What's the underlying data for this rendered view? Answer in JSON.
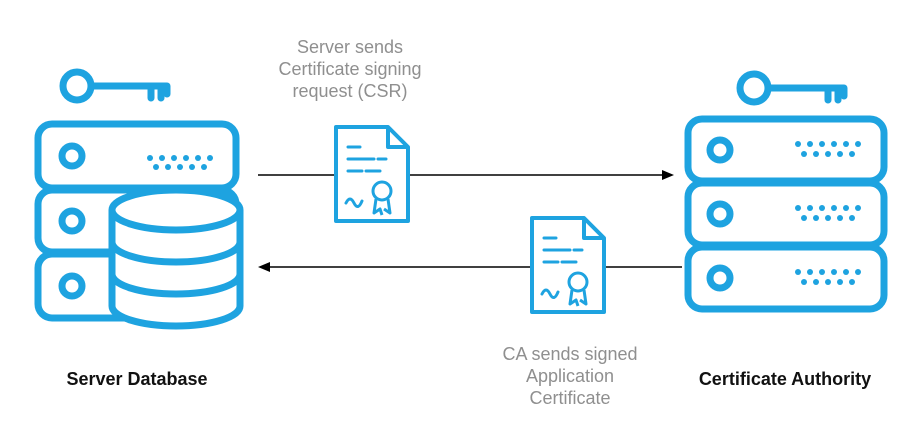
{
  "colors": {
    "icon": "#1ea3e0",
    "arrow": "#000000",
    "note_text": "#8f8f8f",
    "title_text": "#111111"
  },
  "left_node": {
    "title": "Server Database",
    "icons": [
      "key-icon",
      "server-icon",
      "database-icon"
    ]
  },
  "right_node": {
    "title": "Certificate Authority",
    "icons": [
      "key-icon",
      "server-icon"
    ]
  },
  "csr_flow": {
    "direction": "server-to-ca",
    "lines": [
      "Server sends",
      "Certificate signing",
      "request (CSR)"
    ],
    "icon": "certificate-icon"
  },
  "signed_flow": {
    "direction": "ca-to-server",
    "lines": [
      "CA sends signed",
      "Application",
      "Certificate"
    ],
    "icon": "certificate-icon"
  }
}
